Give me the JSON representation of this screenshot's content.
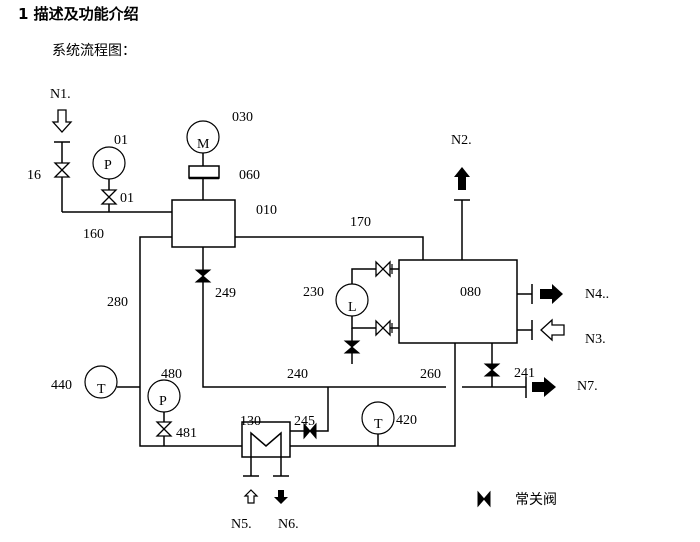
{
  "document": {
    "section_title": "1 描述及功能介绍",
    "subtitle": "系统流程图："
  },
  "diagram": {
    "nozzles": {
      "n1": "N1.",
      "n2": "N2.",
      "n3": "N3.",
      "n4": "N4..",
      "n5": "N5.",
      "n6": "N6.",
      "n7": "N7."
    },
    "equipment": {
      "tank_010": "010",
      "vessel_080": "080",
      "motor_030": "030",
      "motor_symbol": "M",
      "coupling_060": "060",
      "heat_exchanger_130": "130"
    },
    "instruments": {
      "pressure_01": {
        "tag": "01",
        "symbol": "P"
      },
      "pressure_480": {
        "tag": "480",
        "symbol": "P"
      },
      "level_230": {
        "tag": "230",
        "symbol": "L"
      },
      "temp_440": {
        "tag": "440",
        "symbol": "T"
      },
      "temp_420": {
        "tag": "420",
        "symbol": "T"
      }
    },
    "valves": {
      "v16": "16",
      "v01": "01",
      "v249": "249",
      "v481": "481",
      "v245": "245",
      "v241": "241"
    },
    "lines": {
      "l160": "160",
      "l170": "170",
      "l280": "280",
      "l240": "240",
      "l260": "260"
    },
    "legend": {
      "normally_closed_valve": "常关阀"
    }
  }
}
